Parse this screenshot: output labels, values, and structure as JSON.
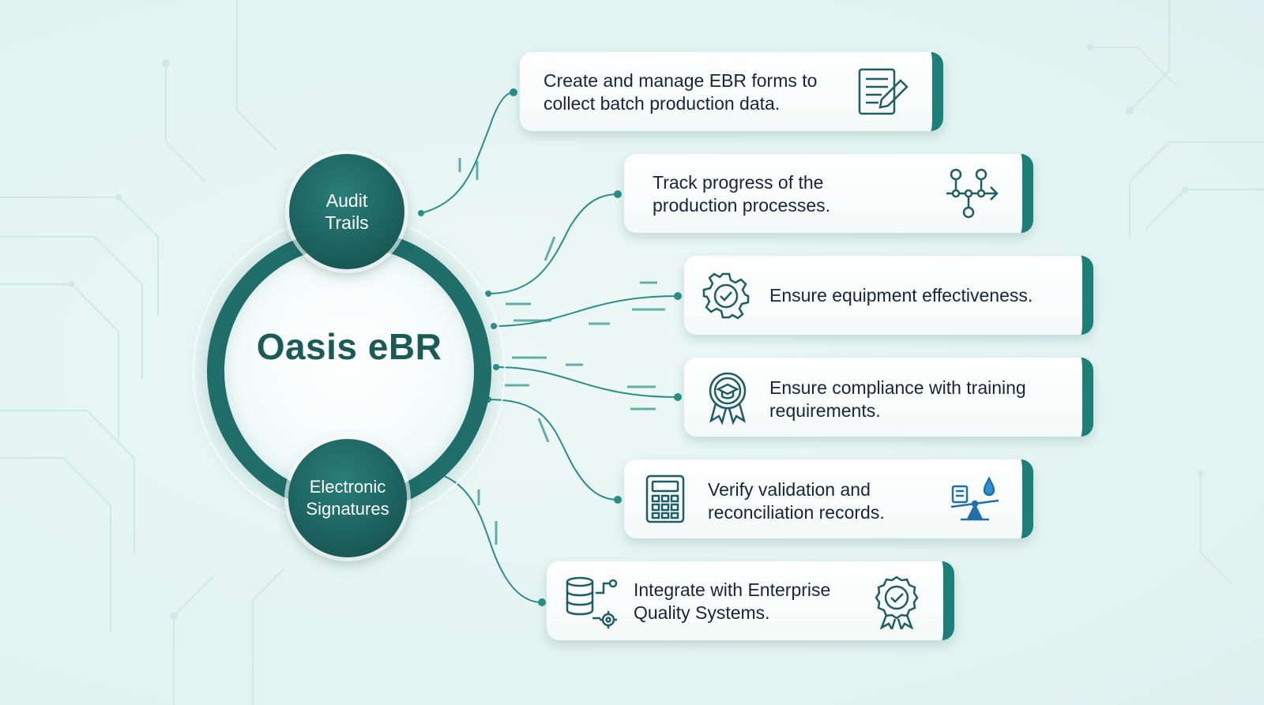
{
  "hub": {
    "title": "Oasis eBR"
  },
  "nodes": {
    "audit": {
      "line1": "Audit",
      "line2": "Trails"
    },
    "esig": {
      "line1": "Electronic",
      "line2": "Signatures"
    }
  },
  "cards": [
    {
      "line1": "Create and manage EBR forms to",
      "line2": "collect batch production data.",
      "icon": "form-edit-icon"
    },
    {
      "line1": "Track progress of the",
      "line2": "production processes.",
      "icon": "workflow-icon"
    },
    {
      "line1": "Ensure equipment effectiveness.",
      "line2": "",
      "icon": "gear-check-icon"
    },
    {
      "line1": "Ensure compliance with training",
      "line2": "requirements.",
      "icon": "graduation-badge-icon"
    },
    {
      "line1": "Verify validation and",
      "line2": "reconciliation records.",
      "icon": "calculator-icon"
    },
    {
      "line1": "Integrate with Enterprise",
      "line2": "Quality Systems.",
      "icon": "database-gear-icon"
    }
  ],
  "colors": {
    "accent": "#1f6e69",
    "card_edge": "#1d8078",
    "line": "#2a8f88",
    "text": "#16263a"
  }
}
